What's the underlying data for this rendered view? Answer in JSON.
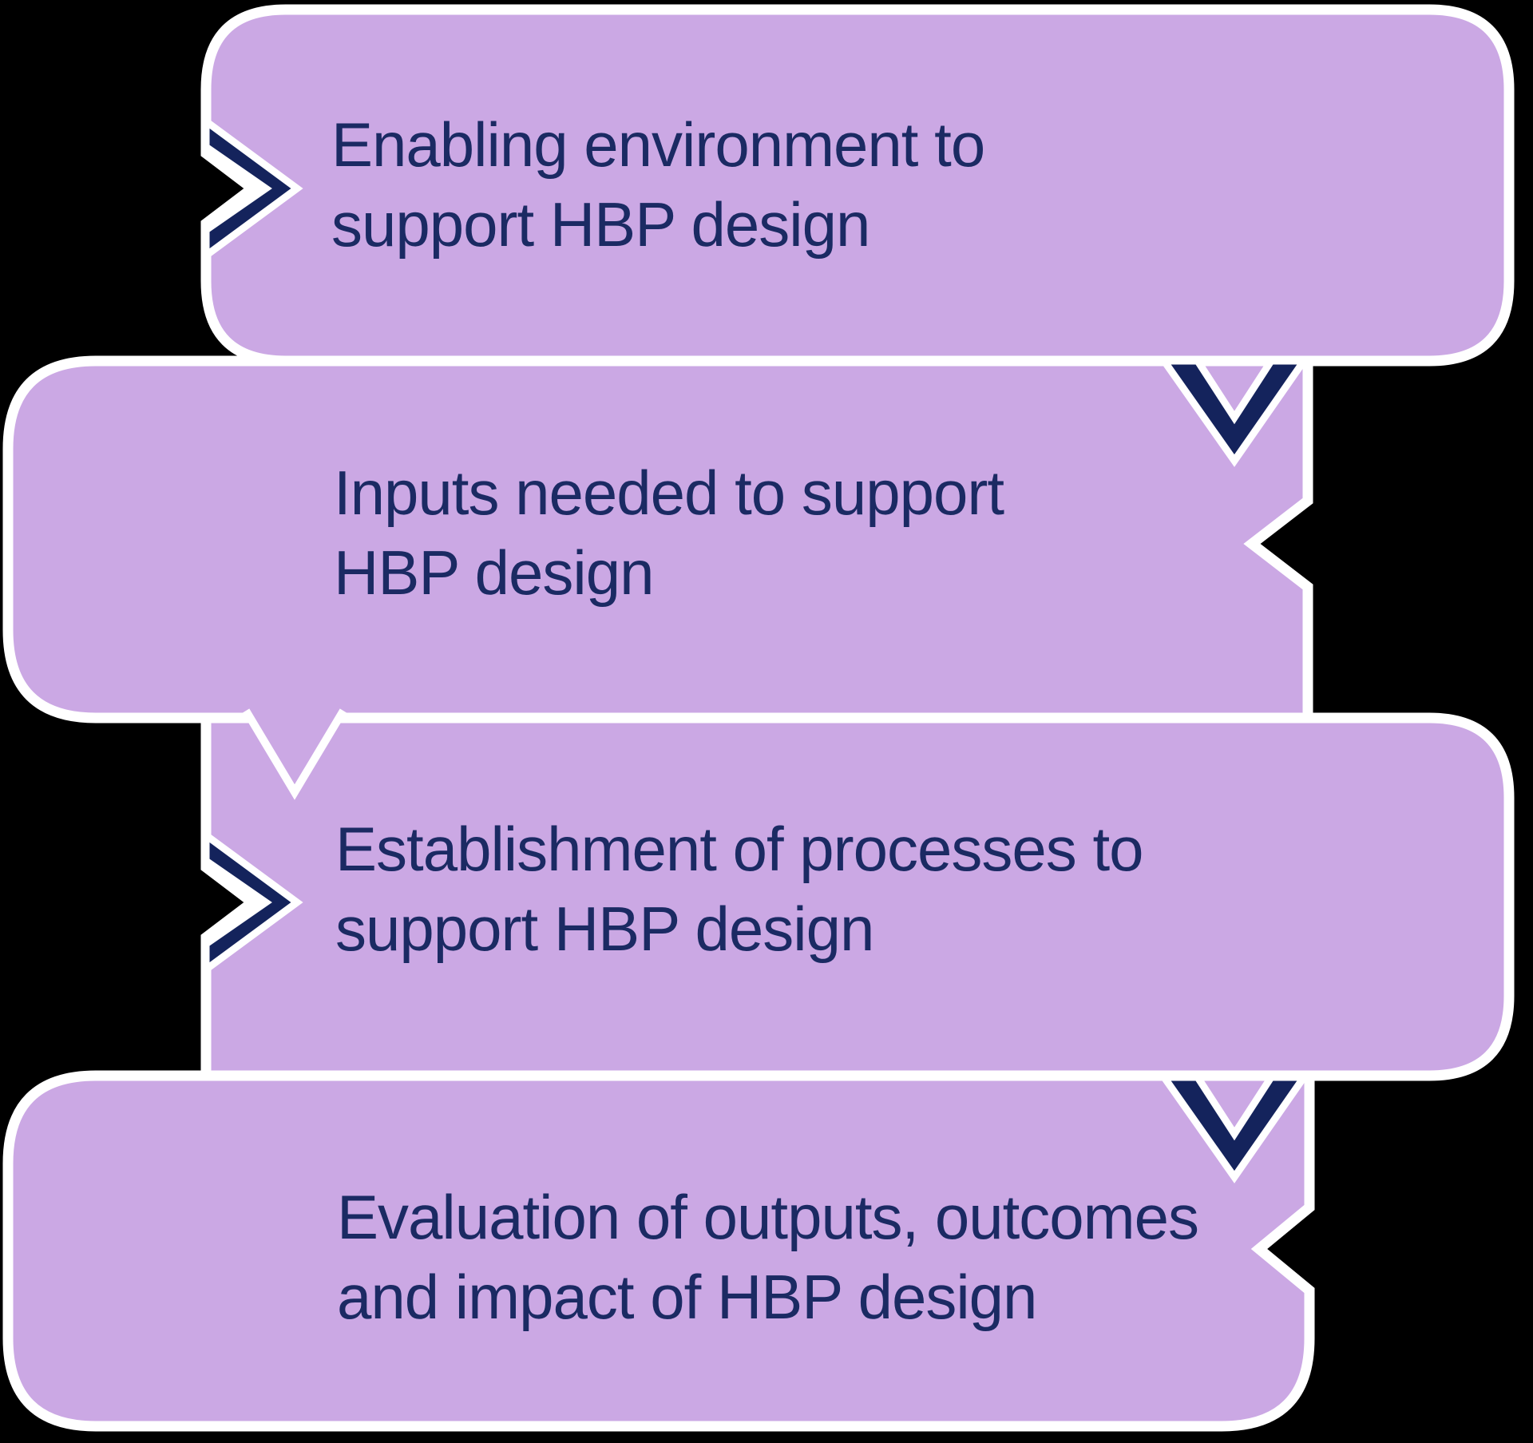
{
  "diagram": {
    "type": "vertical-process-flow",
    "colors": {
      "background": "#000000",
      "box_fill": "#CBA8E4",
      "outline": "#FFFFFF",
      "chevron": "#14235C",
      "text": "#1B2A63"
    },
    "steps": [
      {
        "label": "Enabling environment to\nsupport HBP design",
        "marker": "right-chevron"
      },
      {
        "label": "Inputs needed to support\nHBP design",
        "marker": "down-chevron-from-step-1"
      },
      {
        "label": "Establishment of processes to\nsupport HBP design",
        "marker": "right-chevron-and-down-tail-from-step-2"
      },
      {
        "label": "Evaluation of outputs, outcomes\nand impact of HBP design",
        "marker": "down-chevron-from-step-3"
      }
    ]
  }
}
